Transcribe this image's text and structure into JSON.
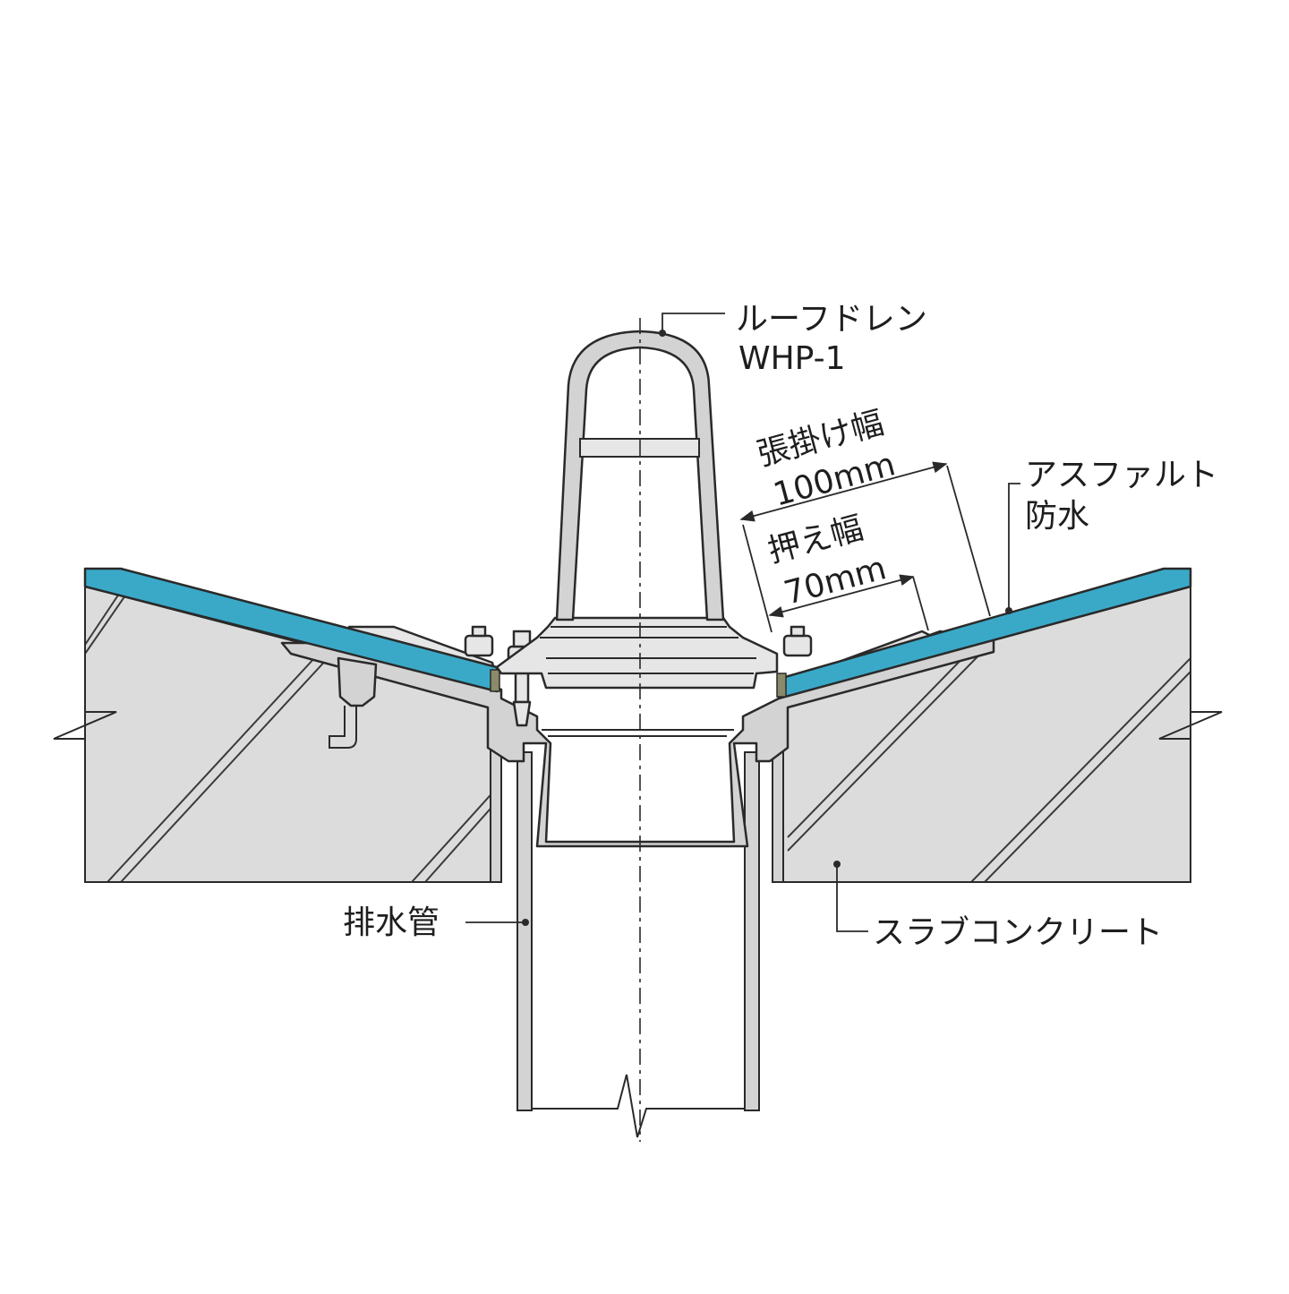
{
  "labels": {
    "drain_name": "ルーフドレン",
    "drain_model": "WHP-1",
    "cover_width_label": "張掛け幅",
    "cover_width_value": "100mm",
    "press_width_label": "押え幅",
    "press_width_value": "70mm",
    "waterproof_line1": "アスファルト",
    "waterproof_line2": "防水",
    "drain_pipe": "排水管",
    "slab": "スラブコンクリート"
  },
  "colors": {
    "waterproofing": "#3aa9c8",
    "concrete": "#dcdcdc",
    "metal": "#d3d3d3",
    "line": "#2a2a2a"
  }
}
